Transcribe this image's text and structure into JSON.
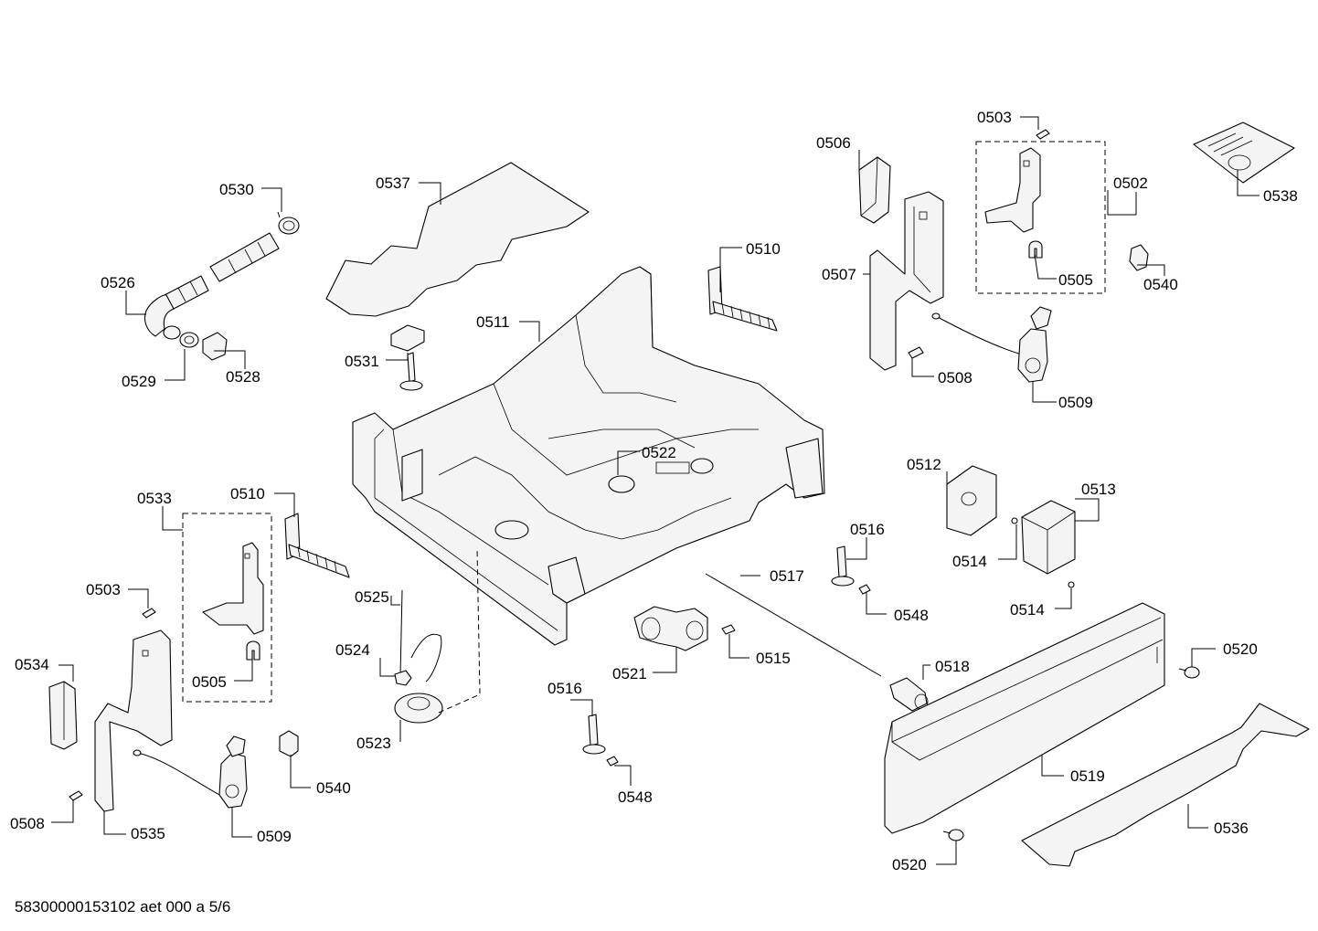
{
  "diagram": {
    "labels": {
      "l0503a": "0503",
      "l0506": "0506",
      "l0502": "0502",
      "l0538": "0538",
      "l0505a": "0505",
      "l0540a": "0540",
      "l0507": "0507",
      "l0508a": "0508",
      "l0509a": "0509",
      "l0530": "0530",
      "l0537": "0537",
      "l0510a": "0510",
      "l0526": "0526",
      "l0529": "0529",
      "l0528": "0528",
      "l0511": "0511",
      "l0531": "0531",
      "l0522": "0522",
      "l0512": "0512",
      "l0513": "0513",
      "l0516a": "0516",
      "l0514a": "0514",
      "l0514b": "0514",
      "l0548a": "0548",
      "l0533": "0533",
      "l0510b": "0510",
      "l0503b": "0503",
      "l0525": "0525",
      "l0517": "0517",
      "l0534": "0534",
      "l0505b": "0505",
      "l0524": "0524",
      "l0521": "0521",
      "l0515": "0515",
      "l0518": "0518",
      "l0520a": "0520",
      "l0523": "0523",
      "l0516b": "0516",
      "l0540b": "0540",
      "l0548b": "0548",
      "l0519": "0519",
      "l0508b": "0508",
      "l0535": "0535",
      "l0509b": "0509",
      "l0520b": "0520",
      "l0536": "0536"
    },
    "footer": "58300000153102 aet 000 a 5/6"
  }
}
